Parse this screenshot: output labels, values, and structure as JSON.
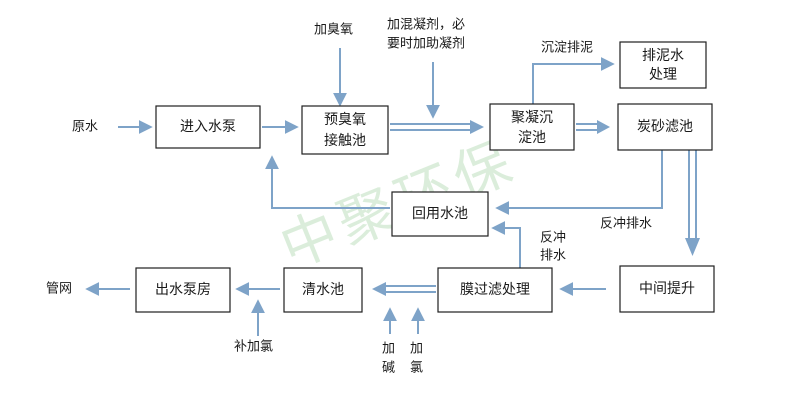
{
  "watermark": "中聚环保",
  "colors": {
    "arrow": "#7ea3c8",
    "box_border": "#1f1f1f",
    "watermark": "#cfe8cf"
  },
  "nodes": {
    "inlet_pump": "进入水泵",
    "pre_ozone_line1": "预臭氧",
    "pre_ozone_line2": "接触池",
    "coag_line1": "聚凝沉",
    "coag_line2": "淀池",
    "carbon_sand_filter": "炭砂滤池",
    "sludge_line1": "排泥水",
    "sludge_line2": "处理",
    "reuse_pool": "回用水池",
    "intermediate_lift": "中间提升",
    "membrane_filtration": "膜过滤处理",
    "clear_water_tank": "清水池",
    "outlet_pump_house": "出水泵房"
  },
  "labels": {
    "raw_water": "原水",
    "add_ozone": "加臭氧",
    "coagulant_line1": "加混凝剂，必",
    "coagulant_line2": "要时加助凝剂",
    "sediment_discharge": "沉淀排泥",
    "backwash_drain": "反冲排水",
    "backwash_line1": "反冲",
    "backwash_line2": "排水",
    "supplement_chlorine": "补加氯",
    "add_alkali_1": "加",
    "add_alkali_2": "碱",
    "add_chlorine_1": "加",
    "add_chlorine_2": "氯",
    "pipe_network": "管网"
  }
}
